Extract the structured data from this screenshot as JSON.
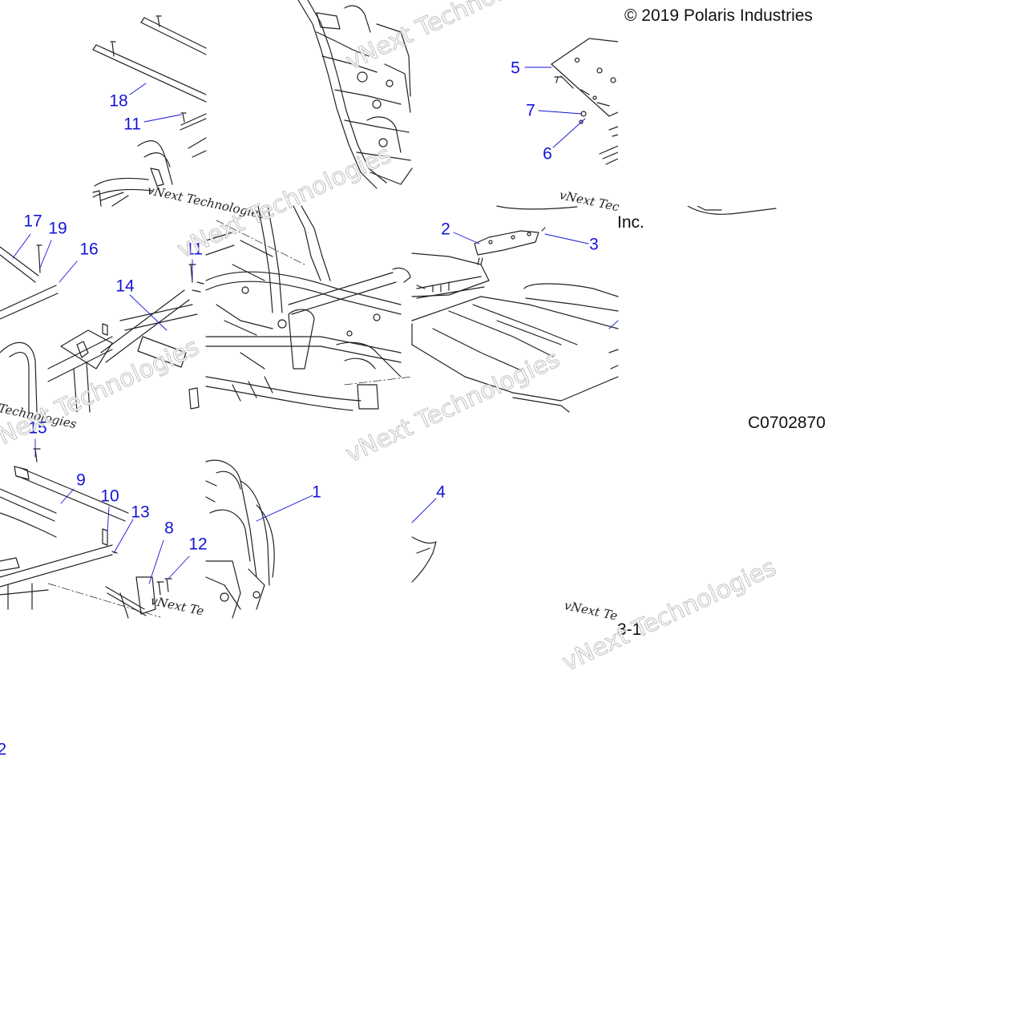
{
  "copyright": "© 2019 Polaris Industries",
  "copyright_tail": "Inc.",
  "drawing_code": "C0702870",
  "page_fragment": "3-1",
  "callouts": [
    "1",
    "2",
    "3",
    "4",
    "5",
    "6",
    "7",
    "8",
    "9",
    "10",
    "11",
    "11",
    "12",
    "13",
    "14",
    "15",
    "16",
    "17",
    "18",
    "19",
    "2"
  ],
  "watermark_texts": [
    "vNext Technologies",
    "Technologies",
    "vNext Te",
    "vNext Tec",
    "vNext Te"
  ],
  "colors": {
    "callout": "#1414d8",
    "line": "#222222",
    "text": "#111111",
    "background": "#ffffff"
  }
}
